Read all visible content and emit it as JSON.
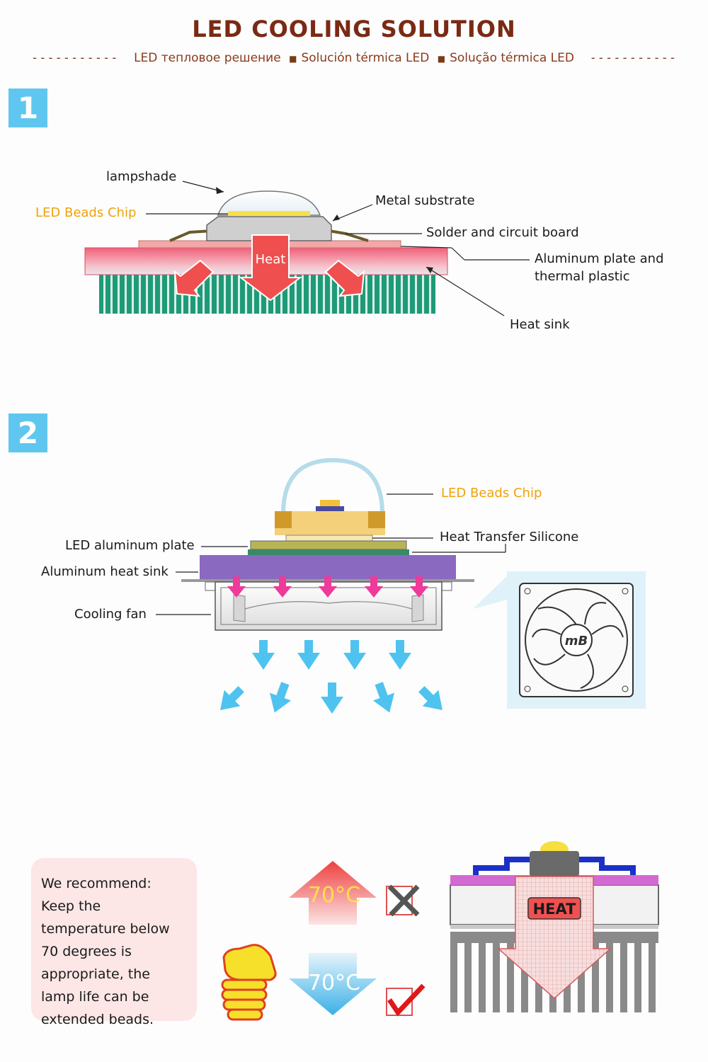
{
  "header": {
    "title": "LED COOLING SOLUTION",
    "dashes": "-----------",
    "subtitle_ru": "LED тепловое решение",
    "subtitle_es": "Solución térmica LED",
    "subtitle_pt": "Solução térmica LED",
    "separator": "■"
  },
  "section1": {
    "number": "1",
    "heat_label": "Heat",
    "labels": {
      "lampshade": "lampshade",
      "led_chip": "LED Beads Chip",
      "metal_substrate": "Metal substrate",
      "solder": "Solder and circuit board",
      "aluminum_line1": "Aluminum plate and",
      "aluminum_line2": "thermal plastic",
      "heat_sink": "Heat sink"
    }
  },
  "section2": {
    "number": "2",
    "fan_logo": "mB",
    "labels": {
      "led_chip": "LED Beads Chip",
      "heat_transfer": "Heat Transfer Silicone",
      "aluminum_plate": "LED aluminum plate",
      "aluminum_sink": "Aluminum heat sink",
      "cooling_fan": "Cooling fan"
    }
  },
  "section3": {
    "recommend_text": "We recommend: Keep the temperature below 70 degrees is appropriate, the lamp life can be extended beads.",
    "temp_high": "70°C",
    "temp_low": "70°C",
    "heat_label": "HEAT"
  },
  "colors": {
    "title": "#7a2a14",
    "step_badge": "#5fc7ef",
    "chip_label": "#f0a20a",
    "heat_arrow": "#ef4f4f",
    "sink_green": "#1f9a78",
    "air_arrow": "#4fc3ef",
    "pink_arrow": "#ee3a9a"
  }
}
